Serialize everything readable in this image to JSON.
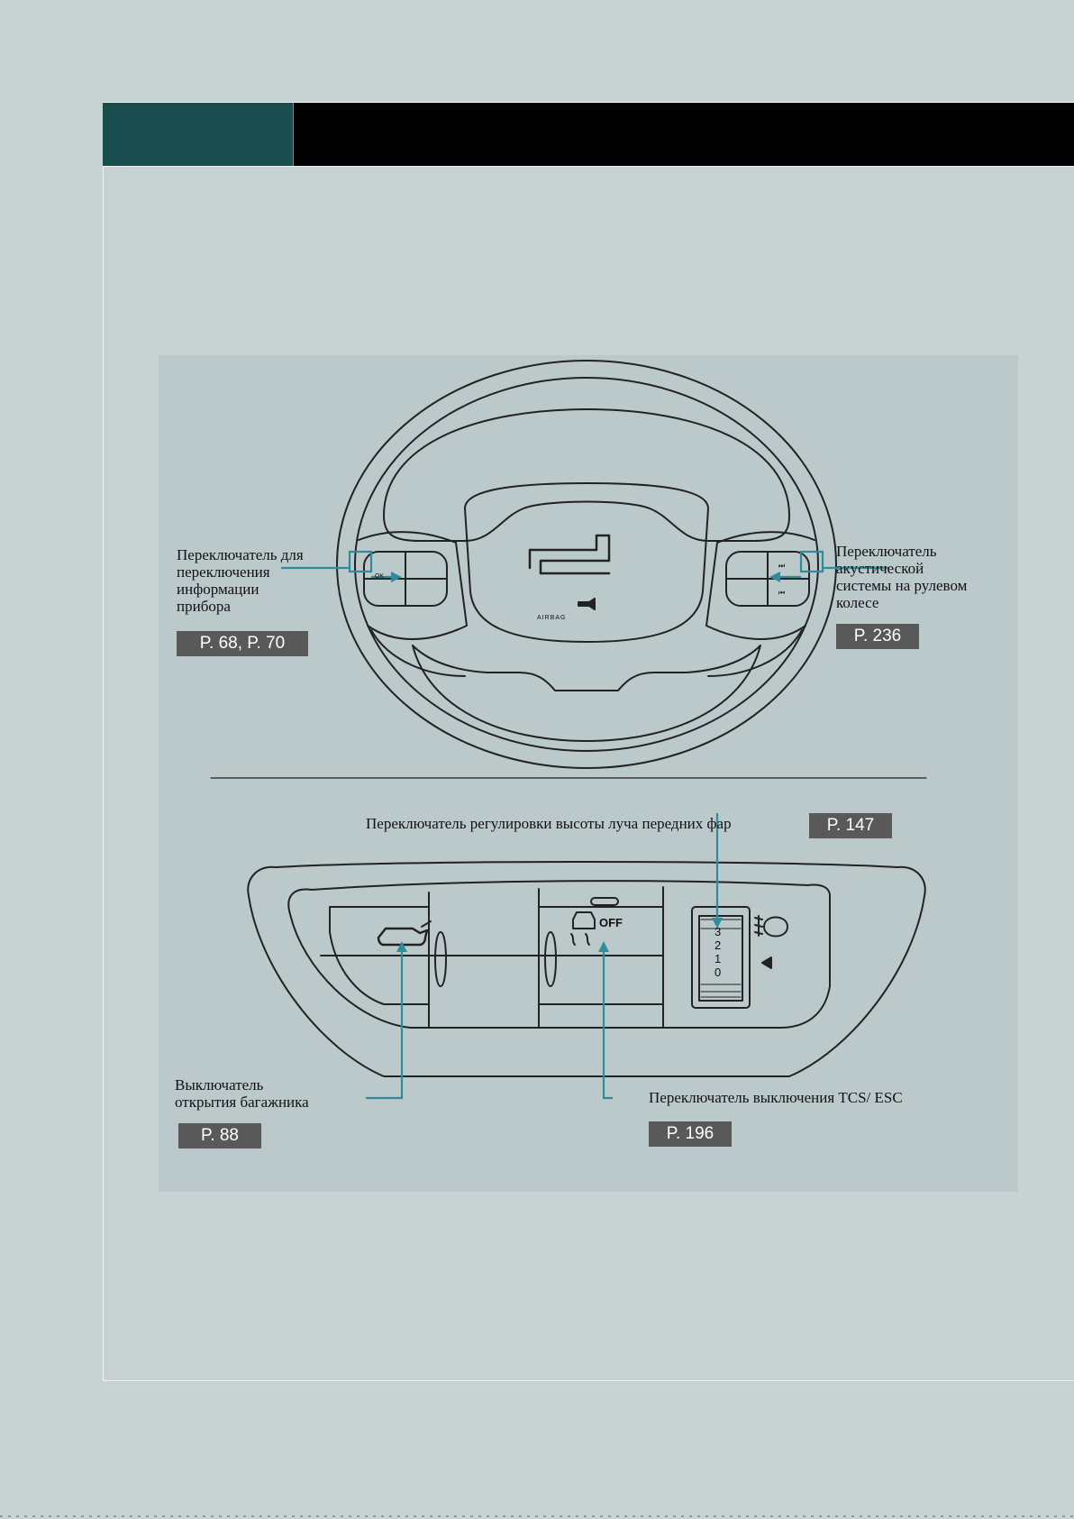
{
  "steering_section": {
    "left_callout": {
      "lines": [
        "Переключатель для",
        "переключения",
        "информации",
        "прибора"
      ],
      "ref": "P. 68, P. 70"
    },
    "right_callout": {
      "lines": [
        "Переключатель",
        "акустической",
        "системы на рулевом",
        "колесе"
      ],
      "ref": "P. 236"
    },
    "airbag_text": "AIRBAG",
    "button_glyphs": {
      "ok": "OK",
      "next": "⏭",
      "prev": "⏮"
    }
  },
  "console_section": {
    "headlight_callout": {
      "label": "Переключатель регулировки высоты луча передних фар",
      "ref": "P. 147"
    },
    "trunk_callout": {
      "lines": [
        "Выключатель",
        "открытия багажника"
      ],
      "ref": "P. 88"
    },
    "tcs_callout": {
      "label": "Переключатель выключения TCS/ ESC",
      "ref": "P. 196"
    },
    "off_text": "OFF",
    "dial_numbers": [
      "3",
      "2",
      "1",
      "0"
    ]
  },
  "colors": {
    "background": "#c7d2d3",
    "panel": "#bcc9cb",
    "header_tab": "#1a4e4e",
    "header_bar": "#000000",
    "callout_line": "#2f8c9c",
    "ref_badge": "#595959"
  }
}
